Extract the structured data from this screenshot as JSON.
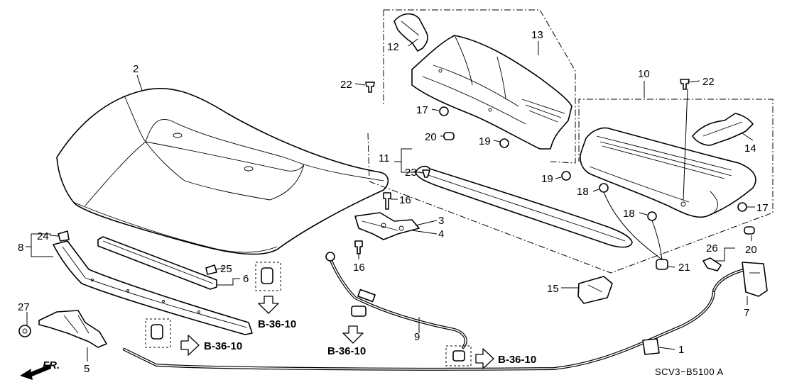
{
  "diagram": {
    "code": "SCV3−B5100 A",
    "front_label": "FR.",
    "refs": [
      "B-36-10",
      "B-36-10",
      "B-36-10",
      "B-36-10"
    ],
    "callouts": [
      "1",
      "2",
      "3",
      "4",
      "5",
      "6",
      "7",
      "8",
      "9",
      "10",
      "11",
      "12",
      "13",
      "14",
      "15",
      "16",
      "16",
      "17",
      "17",
      "18",
      "18",
      "19",
      "19",
      "20",
      "20",
      "21",
      "22",
      "22",
      "23",
      "24",
      "25",
      "26",
      "27"
    ]
  }
}
